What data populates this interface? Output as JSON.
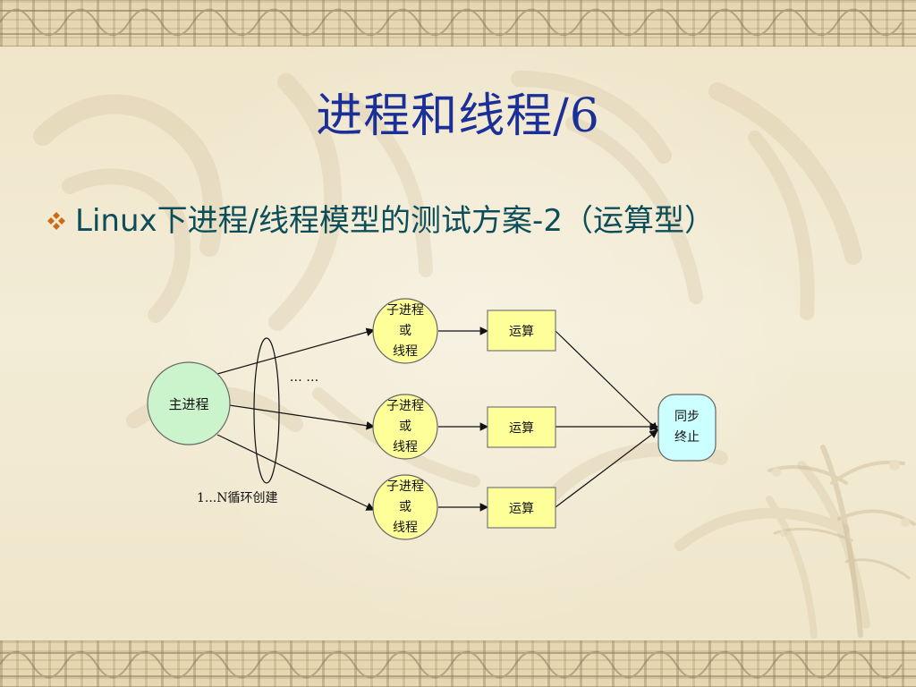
{
  "slide": {
    "title": "进程和线程/6",
    "bullet_icon": "diamond-cluster-icon",
    "subtitle": "Linux下进程/线程模型的测试方案-2（运算型）"
  },
  "diagram": {
    "main_process": "主进程",
    "child_nodes": [
      {
        "lines": [
          "子进程",
          "或",
          "线程"
        ]
      },
      {
        "lines": [
          "子进程",
          "或",
          "线程"
        ]
      },
      {
        "lines": [
          "子进程",
          "或",
          "线程"
        ]
      }
    ],
    "compute_label": "运算",
    "sync_lines": [
      "同步",
      "终止"
    ],
    "ellipsis": "… …",
    "loop_label": "1...N循环创建"
  },
  "colors": {
    "title": "#1a2f97",
    "subtitle": "#0c4d5a",
    "accent": "#ce6a14",
    "main_node": "#ccf4cc",
    "child_node": "#ffff99",
    "compute_box": "#ffff99",
    "sync_node": "#ccffff"
  }
}
